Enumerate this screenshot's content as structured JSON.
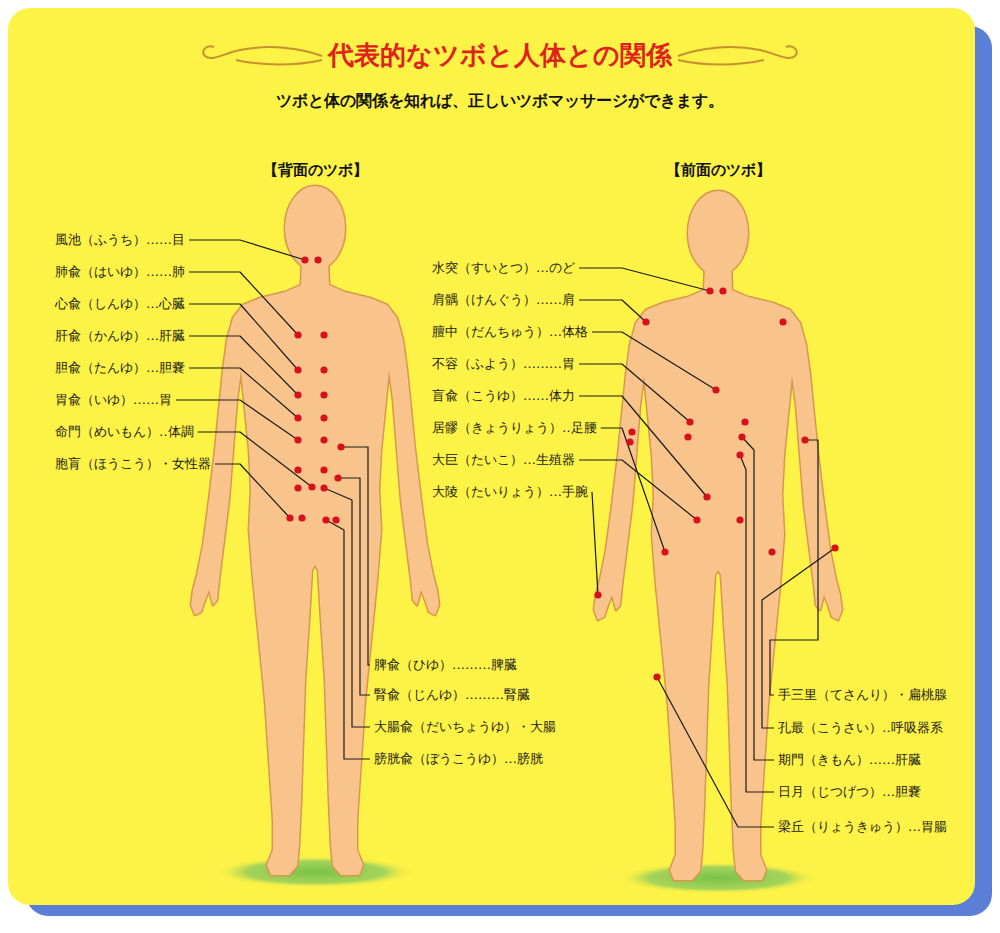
{
  "diagram": {
    "title": "代表的なツボと人体との関係",
    "labels": [
      "ツボと体の関係を知れば、正しいツボマッサージができます。",
      "【背面のツボ】",
      "【前面のツボ】",
      "風池（ふうち）……目",
      "肺兪（はいゆ）……肺",
      "心兪（しんゆ）…心臓",
      "肝兪（かんゆ）…肝臓",
      "胆兪（たんゆ）…胆嚢",
      "胃兪（いゆ）……胃",
      "命門（めいもん）‥体調",
      "胞肓（ほうこう）・女性器",
      "脾兪（ひゆ）………脾臓",
      "腎兪（じんゆ）………腎臓",
      "大腸兪（だいちょうゆ）・大腸",
      "膀胱兪（ぼうこうゆ）…膀胱",
      "水突（すいとつ）…のど",
      "肩髃（けんぐう）……肩",
      "膻中（だんちゅう）…体格",
      "不容（ふよう）………胃",
      "盲兪（こうゆ）……体力",
      "居髎（きょうりょう）‥足腰",
      "大巨（たいこ）…生殖器",
      "大陵（たいりょう）…手腕",
      "手三里（てさんり）・扁桃腺",
      "孔最（こうさい）‥呼吸器系",
      "期門（きもん）……肝臓",
      "日月（じつげつ）…胆嚢",
      "梁丘（りょうきゅう）…胃腸"
    ]
  }
}
